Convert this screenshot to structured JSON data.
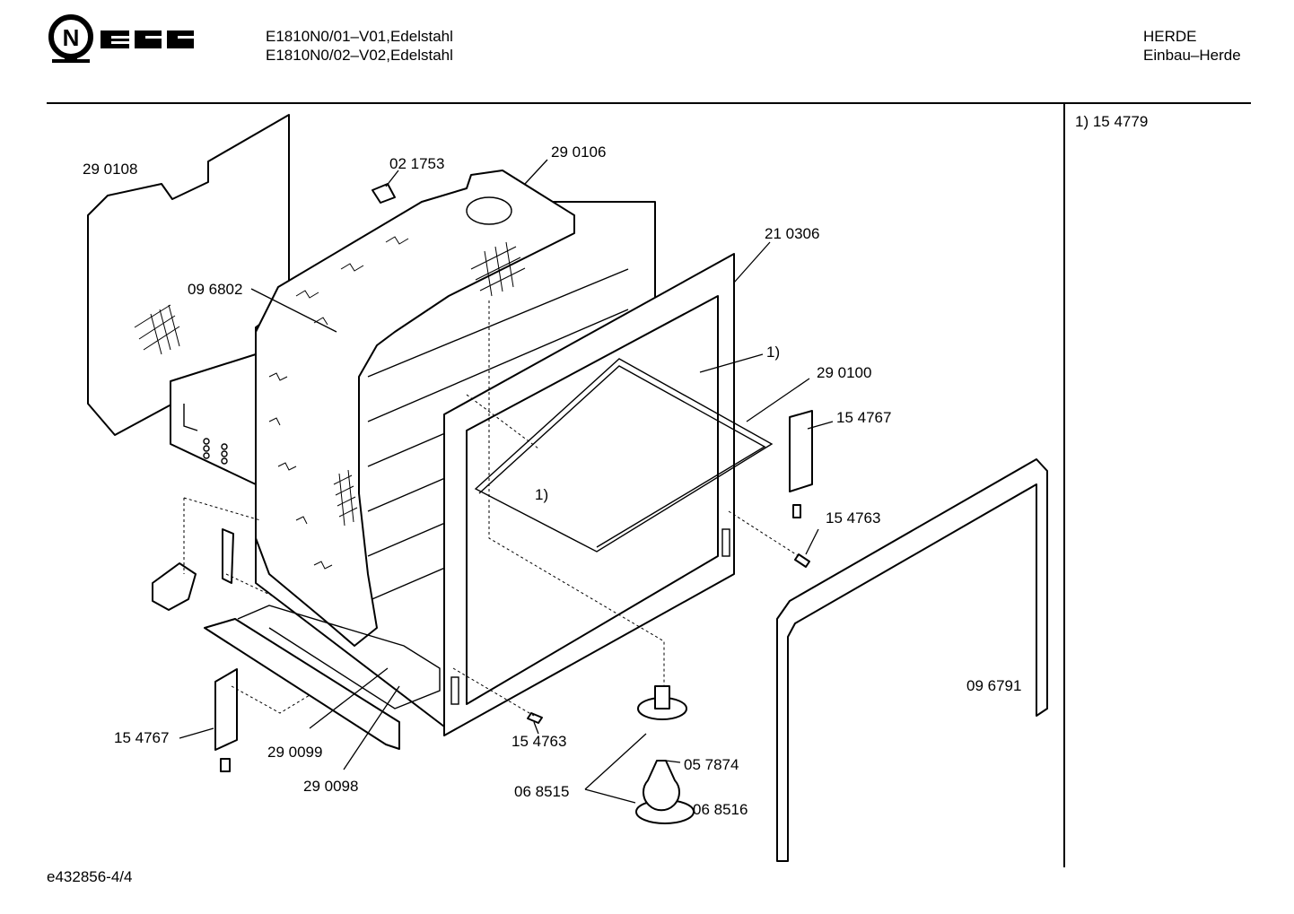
{
  "header": {
    "brand": "NEFF",
    "models": [
      "E1810N0/01–V01,Edelstahl",
      "E1810N0/02–V02,Edelstahl"
    ],
    "category": "HERDE",
    "subcategory": "Einbau–Herde"
  },
  "footnote": "1)  15 4779",
  "document_id": "e432856-4/4",
  "part_labels": [
    "29 0108",
    "02 1753",
    "29 0106",
    "21 0306",
    "09 6802",
    "1)",
    "29 0100",
    "15 4767",
    "1)",
    "15 4763",
    "09 6791",
    "15 4767",
    "29 0099",
    "29 0098",
    "15 4763",
    "05 7874",
    "06 8515",
    "06 8516"
  ]
}
